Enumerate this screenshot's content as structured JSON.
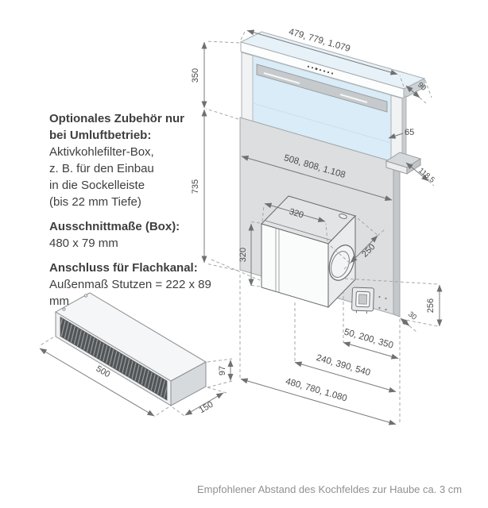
{
  "note": {
    "heading": [
      "Optionales Zubehör nur",
      "bei Umluftbetrieb:"
    ],
    "body": [
      "Aktivkohlefilter-Box,",
      "z. B. für den Einbau",
      "in die Sockelleiste",
      "(bis 22 mm Tiefe)"
    ],
    "cutout_heading": "Ausschnittmaße (Box):",
    "cutout_value": "480 x 79 mm",
    "duct_heading": "Anschluss für Flachkanal:",
    "duct_value": "Außenmaß Stutzen = 222 x 89 mm"
  },
  "footer": {
    "hint": "Empfohlener Abstand des Kochfeldes zur Haube ca. 3 cm"
  },
  "dims": {
    "hood_width": "479, 779, 1.079",
    "cap_depth": "90",
    "glass_height": "350",
    "panel_height": "735",
    "panel_width": "508, 808, 1.108",
    "side_trim": "65",
    "flange_depth": "118,5",
    "box_top_width": "320",
    "box_front_height": "320",
    "box_depth": "250",
    "socket_height": "256",
    "panel_thickness": "30",
    "outlet_offsets": "50, 200, 350",
    "duct_offsets": "240, 390, 540",
    "base_widths": "480, 780, 1.080",
    "filter_length": "500",
    "filter_depth": "150",
    "filter_height": "97"
  },
  "colors": {
    "glass": "#d9ecf8",
    "panel": "#dcdedf",
    "cap": "#e7f1f8",
    "dim_text": "#4a4b4d",
    "note_text": "#3d3e40",
    "footer_text": "#8f9092"
  }
}
